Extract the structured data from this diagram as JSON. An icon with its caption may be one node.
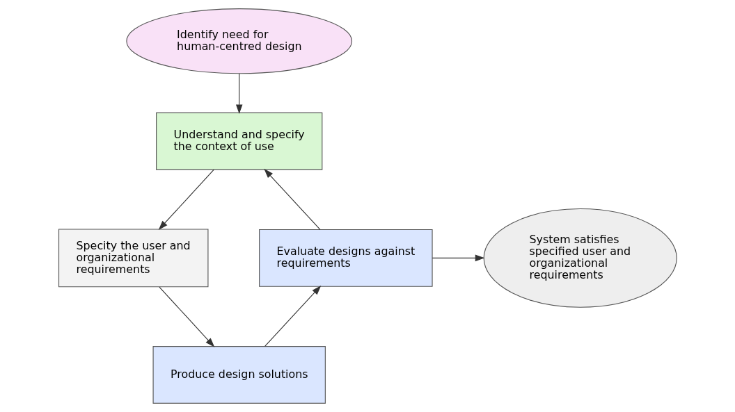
{
  "diagram": {
    "nodes": [
      {
        "text": [
          "Identify need for human-centred design"
        ]
      },
      {
        "text": [
          "Understand and specify the context of use"
        ]
      },
      {
        "text": [
          "Specity the user and organizational requirements"
        ]
      },
      {
        "text": [
          "Produce design solutions"
        ]
      },
      {
        "text": [
          "Evaluate designs against requirements"
        ]
      },
      {
        "text": [
          "System satisfies specified user and organizational requirements"
        ]
      }
    ],
    "edges": [
      {
        "from": 0,
        "to": 1,
        "arrow": "to"
      },
      {
        "from": 1,
        "to": 2,
        "arrow": "to"
      },
      {
        "from": 2,
        "to": 3,
        "arrow": "to"
      },
      {
        "from": 3,
        "to": 4,
        "arrow": "to"
      },
      {
        "from": 4,
        "to": 1,
        "arrow": "to"
      },
      {
        "from": 4,
        "to": 5,
        "arrow": "to"
      }
    ]
  }
}
